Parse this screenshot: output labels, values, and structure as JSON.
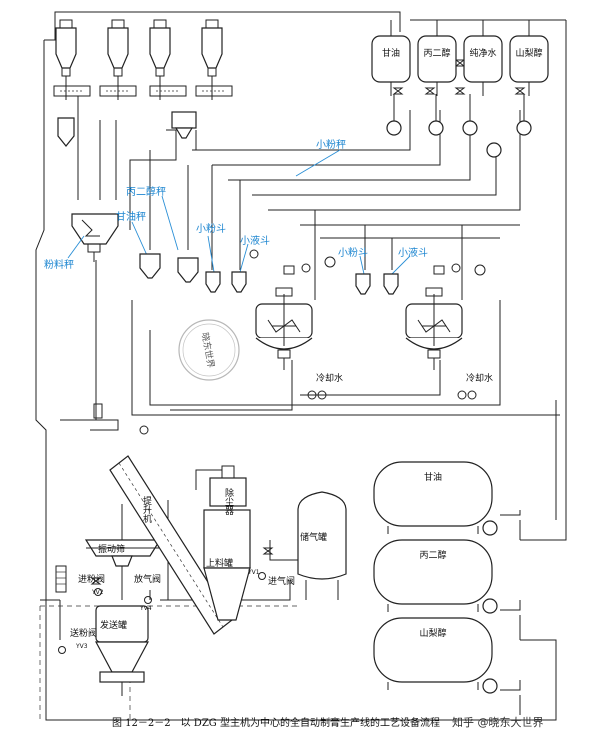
{
  "top_tanks": [
    "甘油",
    "丙二醇",
    "纯净水",
    "山梨醇"
  ],
  "bottom_tanks": [
    "甘油",
    "丙二醇",
    "山梨醇"
  ],
  "scale_labels": {
    "small_powder_scale": "小粉秤",
    "propylene_glycol_scale": "丙二醇秤",
    "glycerin_scale": "甘油秤",
    "powder_scale": "粉料秤",
    "small_powder_hopper_1": "小粉斗",
    "small_liquid_hopper_1": "小液斗",
    "small_powder_hopper_2": "小粉斗",
    "small_liquid_hopper_2": "小液斗"
  },
  "cooling_water": [
    "冷却水",
    "冷却水"
  ],
  "equipment": {
    "vibrating_screen": "振动筛",
    "feed_powder_valve": "进粉阀",
    "vent_valve": "放气阀",
    "send_powder_valve": "送粉阀",
    "send_tank": "发送罐",
    "hoist": "提升机",
    "upper_bin": "上料罐",
    "dust_collector": "除尘器",
    "gas_tank": "储气罐",
    "inlet_valve": "进气阀"
  },
  "valve_tags": {
    "yv2": "YV2",
    "yv4": "YV4",
    "yv3": "YV3",
    "yv1": "YV1"
  },
  "caption": "图 12－2－2　以 DZG 型主机为中心的全自动制膏生产线的工艺设备流程",
  "watermark": "知乎 @晓东大世界",
  "stamp_text": "晓东世界"
}
